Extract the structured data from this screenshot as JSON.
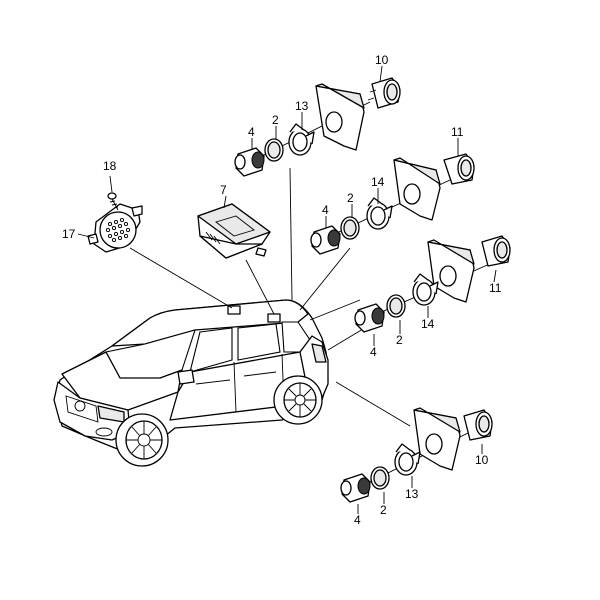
{
  "diagram": {
    "labels": {
      "p10_top": "10",
      "p13_top": "13",
      "p2_top": "2",
      "p4_top": "4",
      "p11_a": "11",
      "p14_a": "14",
      "p2_mid": "2",
      "p4_mid": "4",
      "p18": "18",
      "p17": "17",
      "p7": "7",
      "p11_b": "11",
      "p4_low": "4",
      "p2_low": "2",
      "p14_b": "14",
      "p10_bottom": "10",
      "p4_bottom": "4",
      "p2_bottom": "2",
      "p13_bottom": "13"
    }
  }
}
